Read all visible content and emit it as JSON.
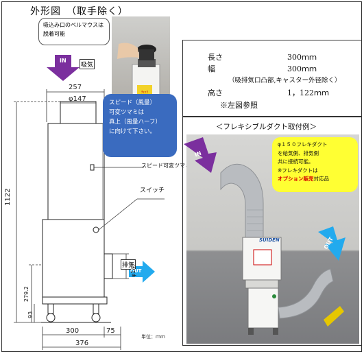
{
  "title": "外形図　（取手除く）",
  "callout_top": {
    "line1": "吸込み口のベルマウスは",
    "line2": "脱着可能"
  },
  "arrow_in_left": "IN",
  "label_kyuki": "吸気",
  "label_haiki": "排気",
  "arrow_out_left": "OUT",
  "bubble_speed": {
    "l1": "スピード（風量）",
    "l2": "可変ツマミは",
    "l3": "真上（風量ハーフ）",
    "l4": "に向けて下さい。"
  },
  "labels": {
    "speed_knob": "スピード可変ツマミ",
    "switch": "スイッチ",
    "unit": "単位：ｍｍ"
  },
  "dims": {
    "w257": "257",
    "d147": "φ147",
    "h1122": "1122",
    "d147v": "φ147",
    "h279": "279.2",
    "h93": "93",
    "w300": "300",
    "w75": "75",
    "w376": "376"
  },
  "specs": {
    "length_label": "長さ",
    "length_value": "300ｍｍ",
    "width_label": "幅",
    "width_value": "300ｍｍ",
    "width_note": "（吸排気口凸部,キャスター外径除く）",
    "height_label": "高さ",
    "height_value": "1，122ｍｍ",
    "ref": "※左図参照"
  },
  "flex_title": "＜フレキシブルダクト取付例＞",
  "arrow_in_right": "IN",
  "arrow_out_right": "OUT",
  "yellow": {
    "l1": "φ１５０フレキダクト",
    "l2": "を給気側、排気側",
    "l3": "共に接続可能。",
    "l4": "※フレキダクトは",
    "l5a": "オプション販売",
    "l5b": "対応品"
  },
  "brand": "SUIDEN",
  "colors": {
    "bubble_blue": "#3a6bbf",
    "note_yellow": "#ffff33",
    "arrow_purple": "#7b2f9e",
    "arrow_cyan": "#22aaee",
    "emphasis_red": "#d40000"
  }
}
